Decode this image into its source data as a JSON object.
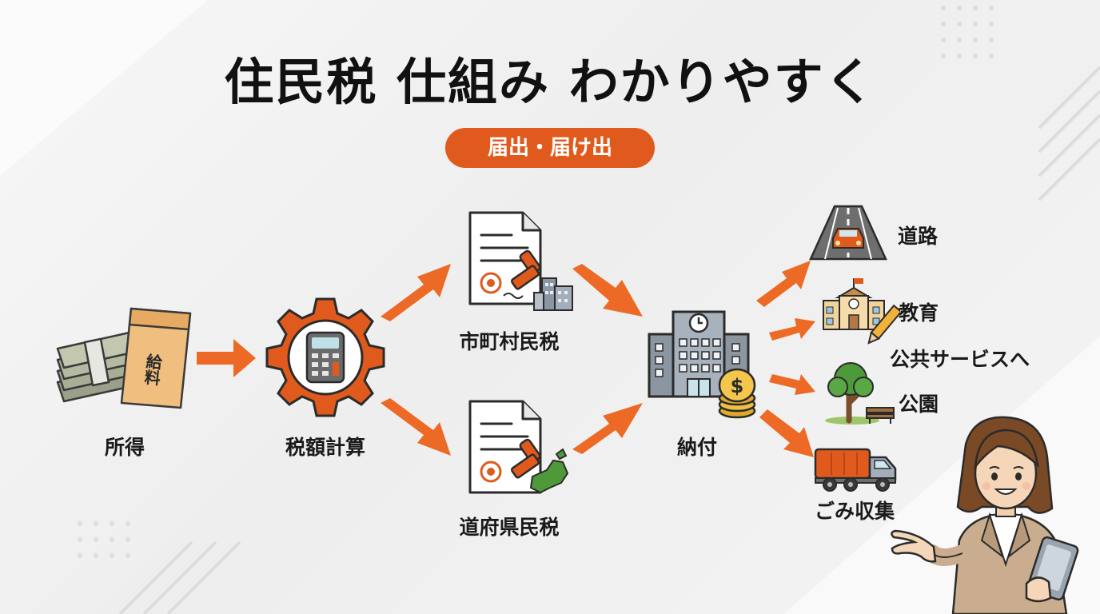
{
  "title": "住民税 仕組み わかりやすく",
  "badge": "届出・届け出",
  "envelope_text": "給料",
  "flow": {
    "income": "所得",
    "calc": "税額計算",
    "municipal": "市町村民税",
    "prefectural": "道府県民税",
    "payment": "納付"
  },
  "services": {
    "road": "道路",
    "education": "教育",
    "heading": "公共サービスへ",
    "park": "公園",
    "garbage": "ごみ収集"
  },
  "colors": {
    "accent": "#e15a1d",
    "arrow": "#ec6a25",
    "text": "#1a1a1a"
  }
}
